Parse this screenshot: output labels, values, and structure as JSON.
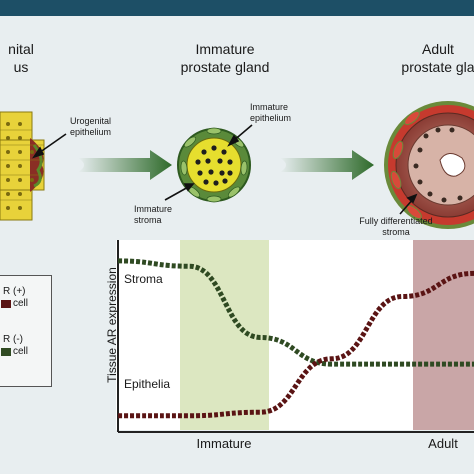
{
  "stages": [
    {
      "line1": "nital",
      "line2": "us"
    },
    {
      "line1": "Immature",
      "line2": "prostate gland"
    },
    {
      "line1": "Adult",
      "line2": "prostate gla"
    }
  ],
  "callouts": {
    "urogenital_epithelium": [
      "Urogenital",
      "epithelium"
    ],
    "immature_epithelium": [
      "Immature",
      "epithelium"
    ],
    "immature_stroma": [
      "Immature",
      "stroma"
    ],
    "fully_differentiated_stroma": [
      "Fully differentiated",
      "stroma"
    ]
  },
  "legend": {
    "positive": [
      "R (+)",
      "cell"
    ],
    "negative": [
      "R (-)",
      "cell"
    ]
  },
  "chart_data": {
    "type": "line",
    "ylabel": "Tissue AR expression",
    "xlabel": "",
    "categories": [
      "Immature",
      "Adult"
    ],
    "series": [
      {
        "name": "Stroma",
        "color": "#2f4a22",
        "x": [
          0,
          0.2,
          0.4,
          0.6,
          0.8,
          1.0
        ],
        "values": [
          0.95,
          0.92,
          0.52,
          0.37,
          0.37,
          0.37
        ]
      },
      {
        "name": "Epithelia",
        "color": "#5a1414",
        "x": [
          0,
          0.2,
          0.4,
          0.6,
          0.8,
          1.0
        ],
        "values": [
          0.08,
          0.08,
          0.1,
          0.4,
          0.75,
          0.88
        ]
      }
    ],
    "shaded_regions": [
      {
        "category": "Immature",
        "color": "#dce7c1"
      },
      {
        "category": "Adult",
        "color": "#c9a6a7"
      }
    ]
  }
}
